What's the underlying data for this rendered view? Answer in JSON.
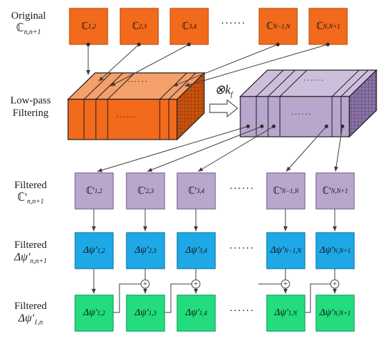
{
  "labels": {
    "original_line1": "Original",
    "original_sym": "ℂ",
    "original_sub": "n,n+1",
    "lowpass_line1": "Low-pass",
    "lowpass_line2": "Filtering",
    "filtered1_line1": "Filtered",
    "filtered1_sym": "ℂ'",
    "filtered1_sub": "n,n+1",
    "filtered2_line1": "Filtered",
    "filtered2_sym": "Δψ'",
    "filtered2_sub": "n,n+1",
    "filtered3_line1": "Filtered",
    "filtered3_sym": "Δψ'",
    "filtered3_sub": "1,n",
    "operator": "⊗k",
    "operator_sub": "f",
    "ellipsis": "······",
    "plus": "+"
  },
  "rows": {
    "original": [
      {
        "sym": "ℂ",
        "sub": "1,2"
      },
      {
        "sym": "ℂ",
        "sub": "2,3"
      },
      {
        "sym": "ℂ",
        "sub": "3,4"
      },
      {
        "sym": "ℂ",
        "sub": "N−1,N"
      },
      {
        "sym": "ℂ",
        "sub": "N,N+1"
      }
    ],
    "filtered_c": [
      {
        "sym": "ℂ'",
        "sub": "1,2"
      },
      {
        "sym": "ℂ'",
        "sub": "2,3"
      },
      {
        "sym": "ℂ'",
        "sub": "3,4"
      },
      {
        "sym": "ℂ'",
        "sub": "N−1,N"
      },
      {
        "sym": "ℂ'",
        "sub": "N,N+1"
      }
    ],
    "filtered_dpsi": [
      {
        "sym": "Δψ'",
        "sub": "1,2"
      },
      {
        "sym": "Δψ'",
        "sub": "2,3"
      },
      {
        "sym": "Δψ'",
        "sub": "3,4"
      },
      {
        "sym": "Δψ'",
        "sub": "N−1,N"
      },
      {
        "sym": "Δψ'",
        "sub": "N,N+1"
      }
    ],
    "filtered_dpsi_cum": [
      {
        "sym": "Δψ'",
        "sub": "1,2"
      },
      {
        "sym": "Δψ'",
        "sub": "1,3"
      },
      {
        "sym": "Δψ'",
        "sub": "1,4"
      },
      {
        "sym": "Δψ'",
        "sub": "1,N"
      },
      {
        "sym": "Δψ'",
        "sub": "N,N+1"
      }
    ]
  },
  "colors": {
    "orange": "#f26a1b",
    "orange_dark": "#c9520e",
    "orange_top": "#f4a06a",
    "purple": "#b8a6cc",
    "purple_top": "#cdbfdc",
    "purple_right": "#8b73a8",
    "blue": "#1ea8e6",
    "green": "#22dc7e",
    "line": "#3c3c3c"
  }
}
